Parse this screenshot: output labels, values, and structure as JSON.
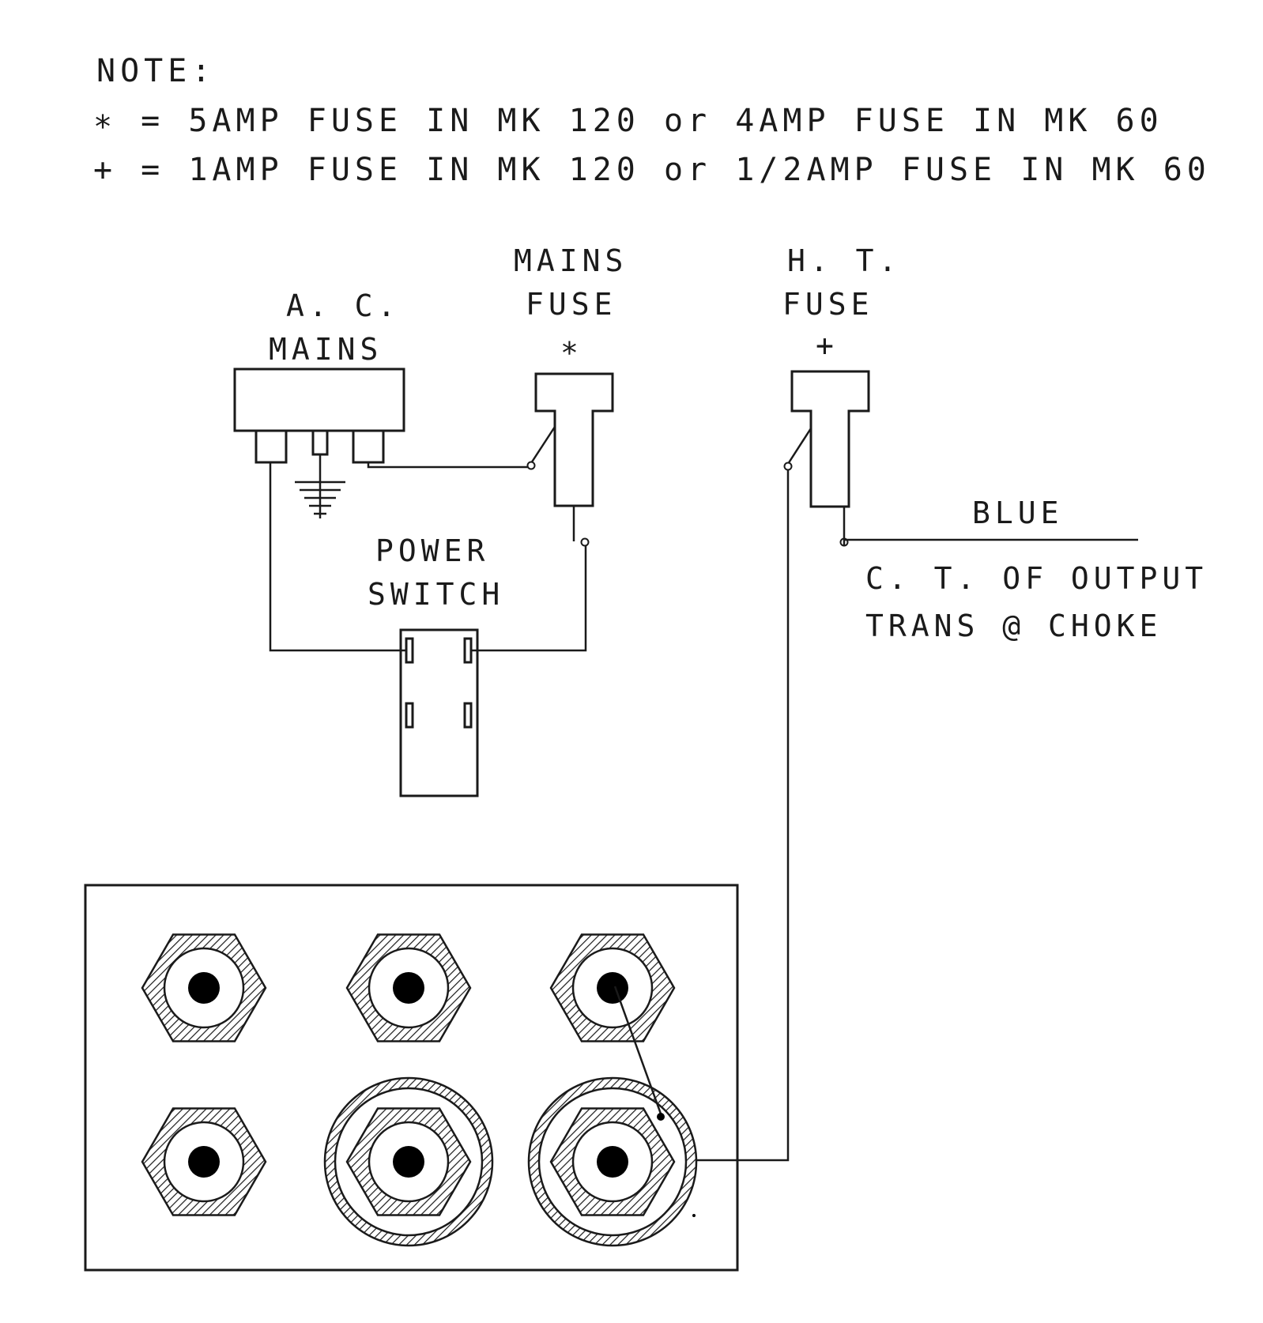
{
  "notes": {
    "heading": "NOTE:",
    "line1": "∗ = 5AMP FUSE IN MK 120 or 4AMP FUSE IN MK 60",
    "line2": "+ = 1AMP FUSE IN MK 120 or 1/2AMP FUSE IN MK 60"
  },
  "labels": {
    "ac_mains_1": "A. C.",
    "ac_mains_2": "MAINS",
    "mains_fuse_1": "MAINS",
    "mains_fuse_2": "FUSE",
    "mains_fuse_mark": "∗",
    "ht_fuse_1": "H. T.",
    "ht_fuse_2": "FUSE",
    "ht_fuse_mark": "+",
    "power_switch_1": "POWER",
    "power_switch_2": "SWITCH",
    "blue": "BLUE",
    "ct_1": "C. T.   OF OUTPUT",
    "ct_2": "TRANS @ CHOKE"
  },
  "colors": {
    "ink": "#1a1a1a",
    "background": "#ffffff"
  },
  "panel": {
    "jacks": [
      "rca-jack",
      "rca-jack",
      "rca-jack",
      "rca-jack",
      "ringed-jack",
      "ringed-jack"
    ]
  }
}
